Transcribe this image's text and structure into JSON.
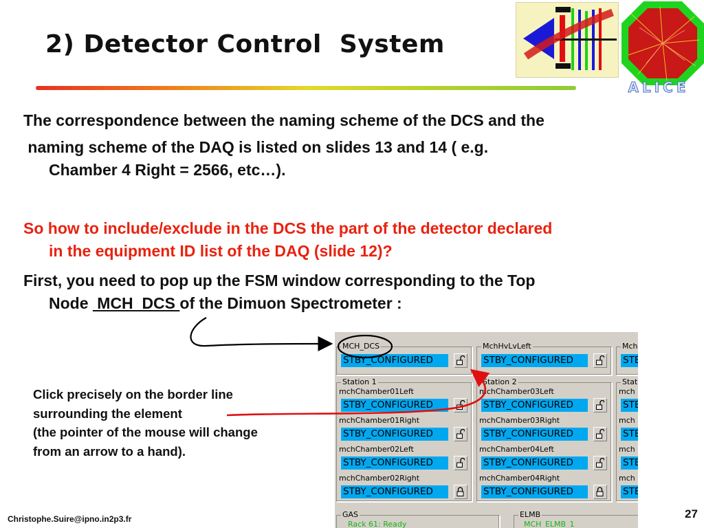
{
  "slide": {
    "title": "2) Detector Control  System",
    "logo_text": "ALICE",
    "para1_line1": "The correspondence between the naming scheme of the DCS and the",
    "para1_line2": " naming scheme of the DAQ is listed on slides 13 and 14 ( e.g.",
    "para1_line3": "Chamber 4 Right = 2566, etc…).",
    "para2_line1": "So how to include/exclude in the DCS the part of the detector declared",
    "para2_line2": "in the equipment ID list of the DAQ (slide 12)?",
    "para3_line1": "First, you need to pop up the FSM window corresponding to the Top",
    "para3_prefix": "Node ",
    "para3_node": " MCH  DCS ",
    "para3_suffix": "of the Dimuon Spectrometer :",
    "note": "Click precisely on the border line\nsurrounding the element\n(the pointer of the mouse will change\nfrom an arrow to a hand).",
    "footer_email": "Christophe.Suire@ipno.in2p3.fr",
    "page_number": "27"
  },
  "fsm": {
    "top_nodes": [
      {
        "label": "MCH_DCS",
        "state": "STBY_CONFIGURED",
        "lock": "unlocked"
      },
      {
        "label": "MchHvLvLeft",
        "state": "STBY_CONFIGURED",
        "lock": "unlocked"
      },
      {
        "label": "Mch",
        "state": "STB"
      }
    ],
    "station1": {
      "label": "Station 1",
      "rows": [
        {
          "label": "mchChamber01Left",
          "state": "STBY_CONFIGURED",
          "lock": "unlocked"
        },
        {
          "label": "mchChamber01Right",
          "state": "STBY_CONFIGURED",
          "lock": "unlocked"
        },
        {
          "label": "mchChamber02Left",
          "state": "STBY_CONFIGURED",
          "lock": "unlocked"
        },
        {
          "label": "mchChamber02Right",
          "state": "STBY_CONFIGURED",
          "lock": "locked"
        }
      ]
    },
    "station2": {
      "label": "Station 2",
      "rows": [
        {
          "label": "mchChamber03Left",
          "state": "STBY_CONFIGURED",
          "lock": "unlocked"
        },
        {
          "label": "mchChamber03Right",
          "state": "STBY_CONFIGURED",
          "lock": "unlocked"
        },
        {
          "label": "mchChamber04Left",
          "state": "STBY_CONFIGURED",
          "lock": "unlocked"
        },
        {
          "label": "mchChamber04Right",
          "state": "STBY_CONFIGURED",
          "lock": "locked"
        }
      ]
    },
    "station3": {
      "label": "Stat",
      "rows": [
        {
          "label": "mch",
          "state": "STB"
        },
        {
          "label": "mch",
          "state": "STB"
        },
        {
          "label": "mch",
          "state": "STB"
        },
        {
          "label": "mch",
          "state": "STB"
        }
      ]
    },
    "gas": {
      "label": "GAS",
      "item": "Rack 61: Ready"
    },
    "elmb": {
      "label": "ELMB",
      "item": "MCH_ELMB_1"
    }
  },
  "colors": {
    "red_text": "#e8220f",
    "state_blue": "#00a8f0",
    "panel_gray": "#d4d0c8",
    "annotation_red": "#e01010"
  },
  "icons": [
    "unlock-icon",
    "lock-icon"
  ]
}
